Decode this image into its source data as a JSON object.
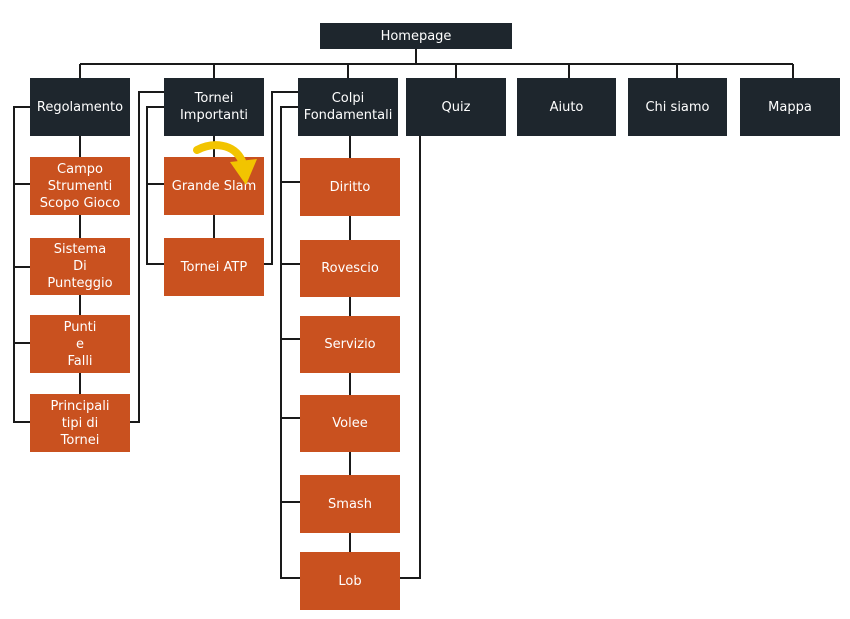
{
  "colors": {
    "dark_node": "#1e262d",
    "orange_node": "#c9511f",
    "connector": "#1a1a1a",
    "arrow": "#f2c400"
  },
  "root": {
    "label": "Homepage"
  },
  "top_level": [
    {
      "id": "regolamento",
      "label": "Regolamento"
    },
    {
      "id": "tornei",
      "label": "Tornei\nImportanti"
    },
    {
      "id": "colpi",
      "label": "Colpi\nFondamentali"
    },
    {
      "id": "quiz",
      "label": "Quiz"
    },
    {
      "id": "aiuto",
      "label": "Aiuto"
    },
    {
      "id": "chi_siamo",
      "label": "Chi siamo"
    },
    {
      "id": "mappa",
      "label": "Mappa"
    }
  ],
  "regolamento_children": [
    {
      "label": "Campo\nStrumenti\nScopo Gioco"
    },
    {
      "label": "Sistema\nDi\nPunteggio"
    },
    {
      "label": "Punti\ne\nFalli"
    },
    {
      "label": "Principali\ntipi di\nTornei"
    }
  ],
  "tornei_children": [
    {
      "label": "Grande Slam"
    },
    {
      "label": "Tornei ATP"
    }
  ],
  "colpi_children": [
    {
      "label": "Diritto"
    },
    {
      "label": "Rovescio"
    },
    {
      "label": "Servizio"
    },
    {
      "label": "Volee"
    },
    {
      "label": "Smash"
    },
    {
      "label": "Lob"
    }
  ],
  "annotation": {
    "icon": "curved-arrow-icon"
  }
}
